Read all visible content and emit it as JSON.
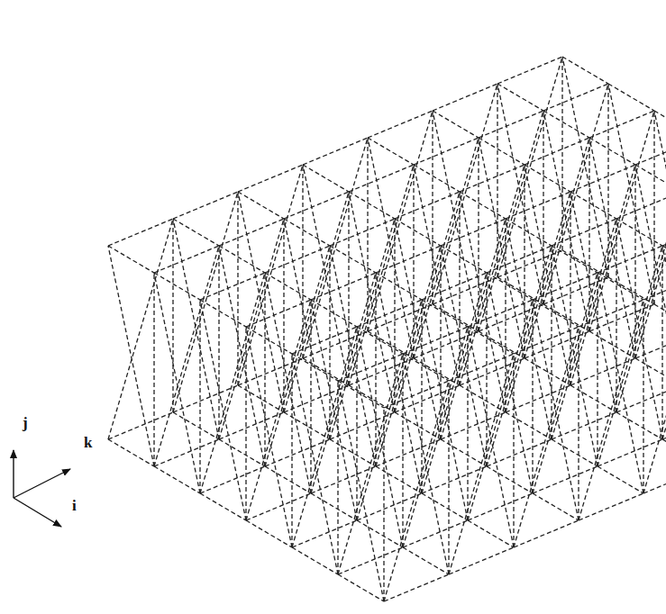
{
  "diagram": {
    "labels": [
      "j",
      "k",
      "i"
    ]
  }
}
